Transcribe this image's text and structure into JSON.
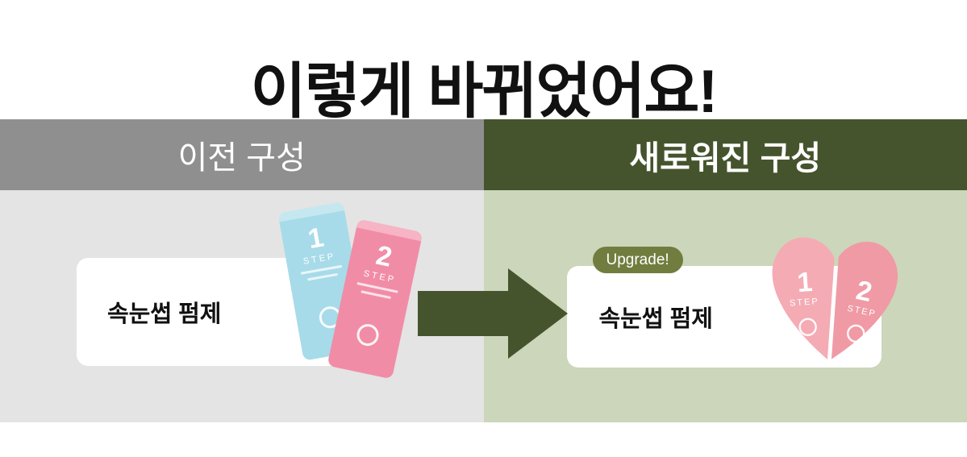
{
  "title": "이렇게 바뀌었어요!",
  "before": {
    "header": "이전 구성",
    "card_label": "속눈썹 펌제",
    "sachets": [
      {
        "number": "1",
        "step": "STEP"
      },
      {
        "number": "2",
        "step": "STEP"
      }
    ]
  },
  "after": {
    "header": "새로워진 구성",
    "badge": "Upgrade!",
    "card_label": "속눈썹 펌제",
    "heart": [
      {
        "number": "1",
        "step": "STEP"
      },
      {
        "number": "2",
        "step": "STEP"
      }
    ]
  },
  "colors": {
    "heading_text": "#111111",
    "before_header_bg": "#8f8f8f",
    "before_body_bg": "#e4e4e4",
    "after_header_bg": "#46542e",
    "after_body_bg": "#ccd6ba",
    "arrow": "#46542e",
    "badge_bg": "#717d3e",
    "sachet_blue": "#a7dbe9",
    "sachet_pink": "#f18ca7",
    "heart_pink_left": "#f4abb4",
    "heart_pink_right": "#ef9aa5",
    "card_bg": "#ffffff"
  }
}
